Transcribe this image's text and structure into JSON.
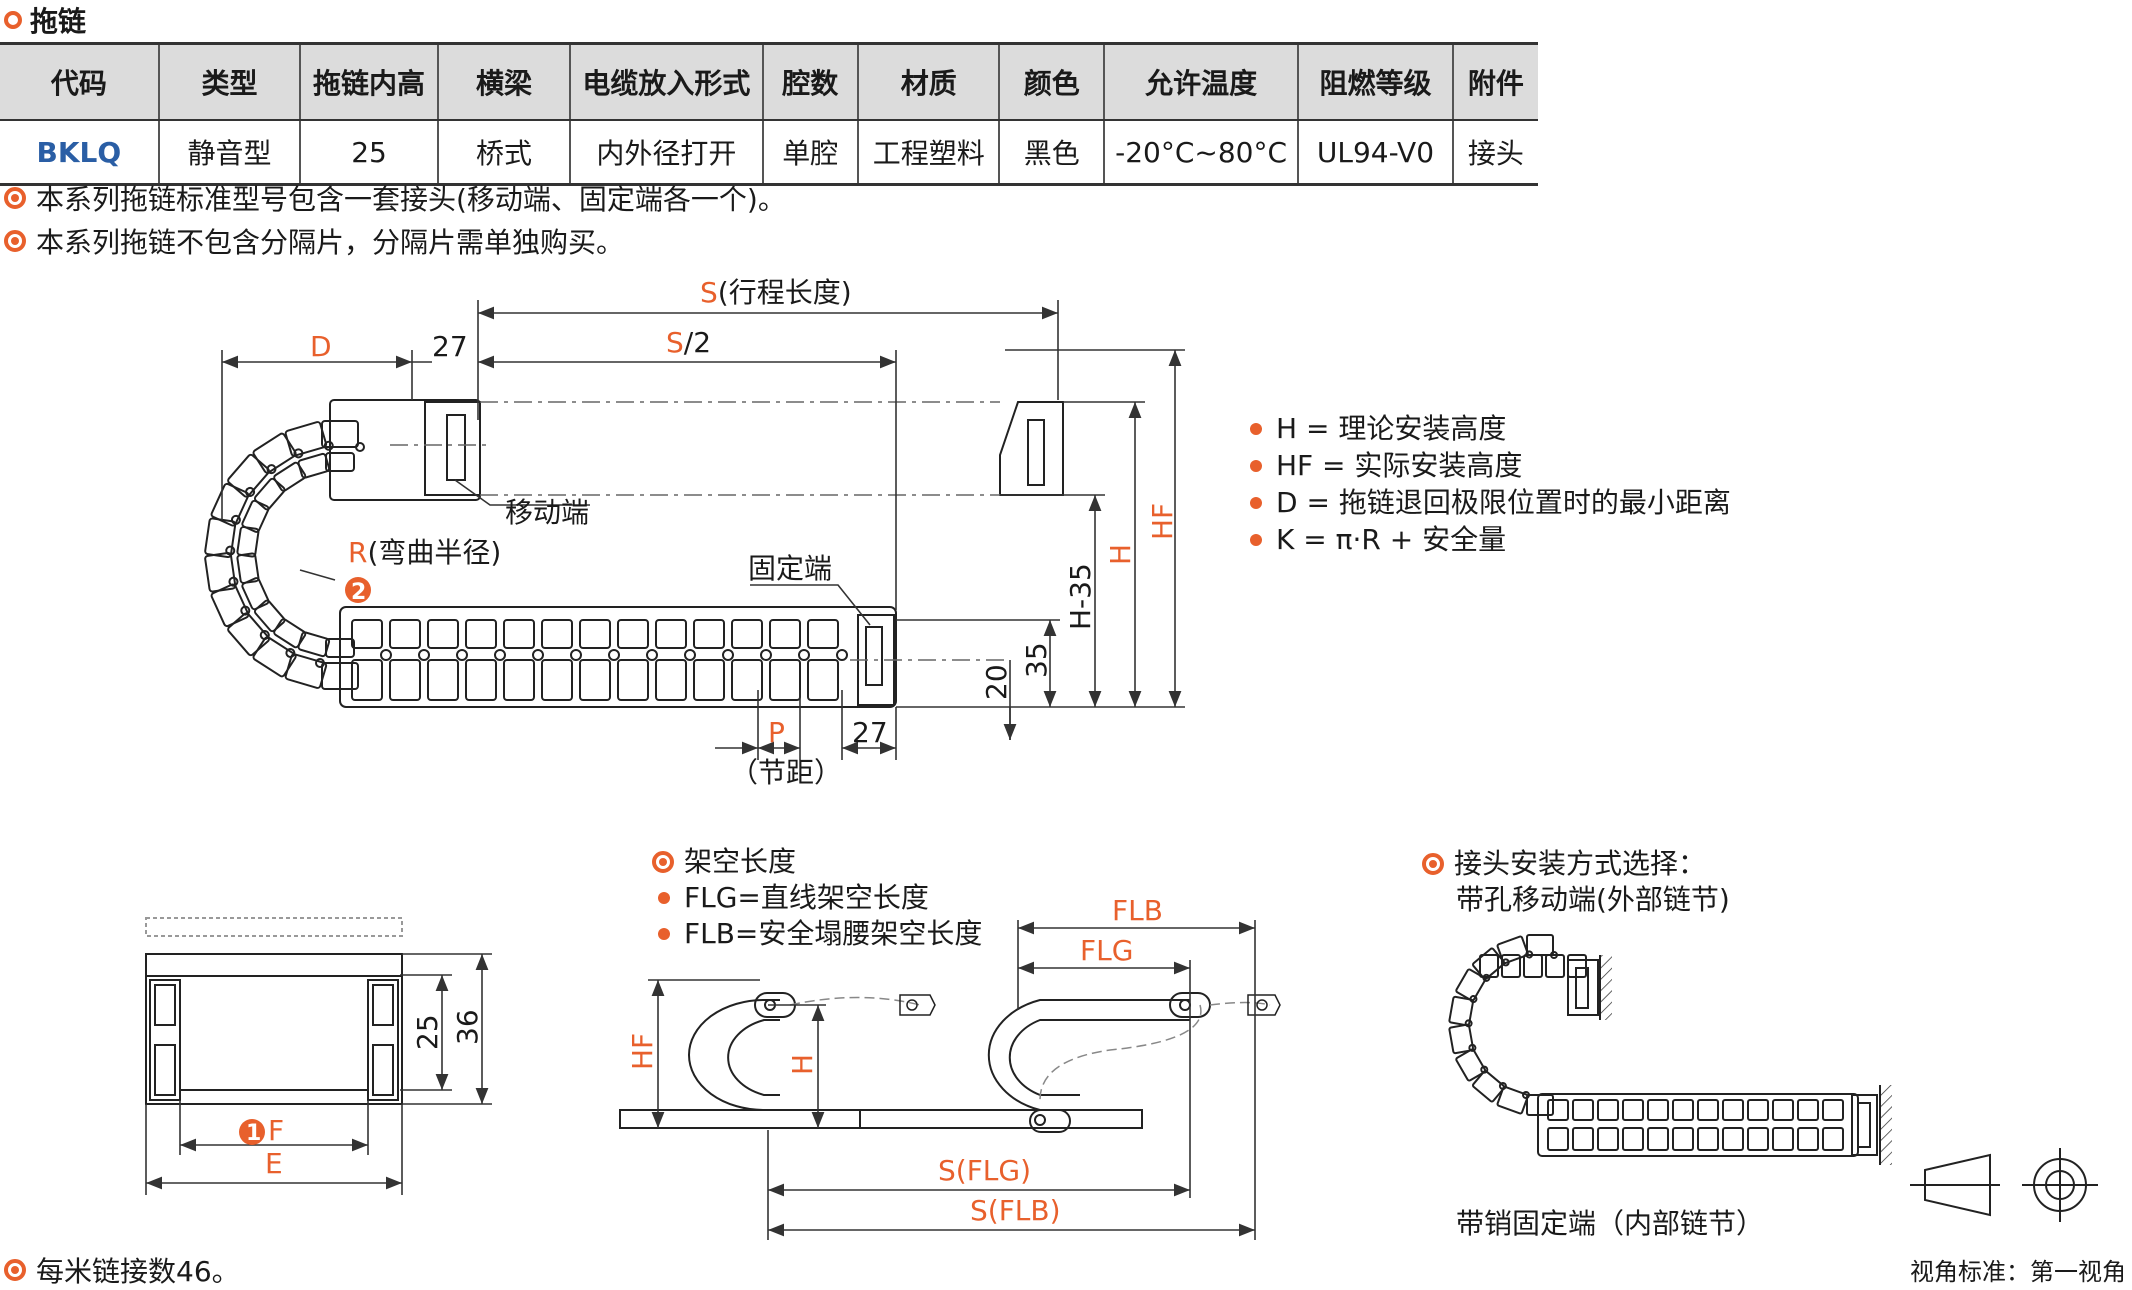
{
  "title": "拖链",
  "table": {
    "headers": [
      "代码",
      "类型",
      "拖链内高",
      "横梁",
      "电缆放入形式",
      "腔数",
      "材质",
      "颜色",
      "允许温度",
      "阻燃等级",
      "附件"
    ],
    "row": [
      "BKLQ",
      "静音型",
      "25",
      "桥式",
      "内外径打开",
      "单腔",
      "工程塑料",
      "黑色",
      "-20°C~80°C",
      "UL94-V0",
      "接头"
    ]
  },
  "notes": [
    "本系列拖链标准型号包含一套接头(移动端、固定端各一个)。",
    "本系列拖链不包含分隔片，分隔片需单独购买。"
  ],
  "legend": [
    "H = 理论安装高度",
    "HF = 实际安装高度",
    "D = 拖链退回极限位置时的最小距离",
    "K = π·R + 安全量"
  ],
  "main_diagram": {
    "s_label": "S",
    "s_text": "(行程长度)",
    "s2_label": "S",
    "s2_text": "/2",
    "d_label": "D",
    "dim_27_top": "27",
    "moving_end": "移动端",
    "fixed_end": "固定端",
    "r_label": "R",
    "r_text": "(弯曲半径)",
    "badge_2": "2",
    "p_label": "P",
    "pitch_text": "（节距）",
    "dim_27_bottom": "27",
    "dim_20": "20",
    "dim_35": "35",
    "dim_h35": "H-35",
    "dim_h": "H",
    "dim_hf": "HF"
  },
  "cross_section": {
    "dim_25": "25",
    "dim_36": "36",
    "f_label": "F",
    "e_label": "E",
    "badge_1": "1"
  },
  "span": {
    "heading": "架空长度",
    "items": [
      "FLG=直线架空长度",
      "FLB=安全塌腰架空长度"
    ],
    "flb": "FLB",
    "flg": "FLG",
    "hf": "HF",
    "h": "H",
    "s_flg": "S(FLG)",
    "s_flb": "S(FLB)"
  },
  "mount": {
    "heading": "接头安装方式选择：",
    "sub": "带孔移动端(外部链节)",
    "fixed_caption": "带销固定端（内部链节）"
  },
  "footer": {
    "links_per_meter": "每米链接数46。",
    "view_standard": "视角标准：第一视角"
  }
}
